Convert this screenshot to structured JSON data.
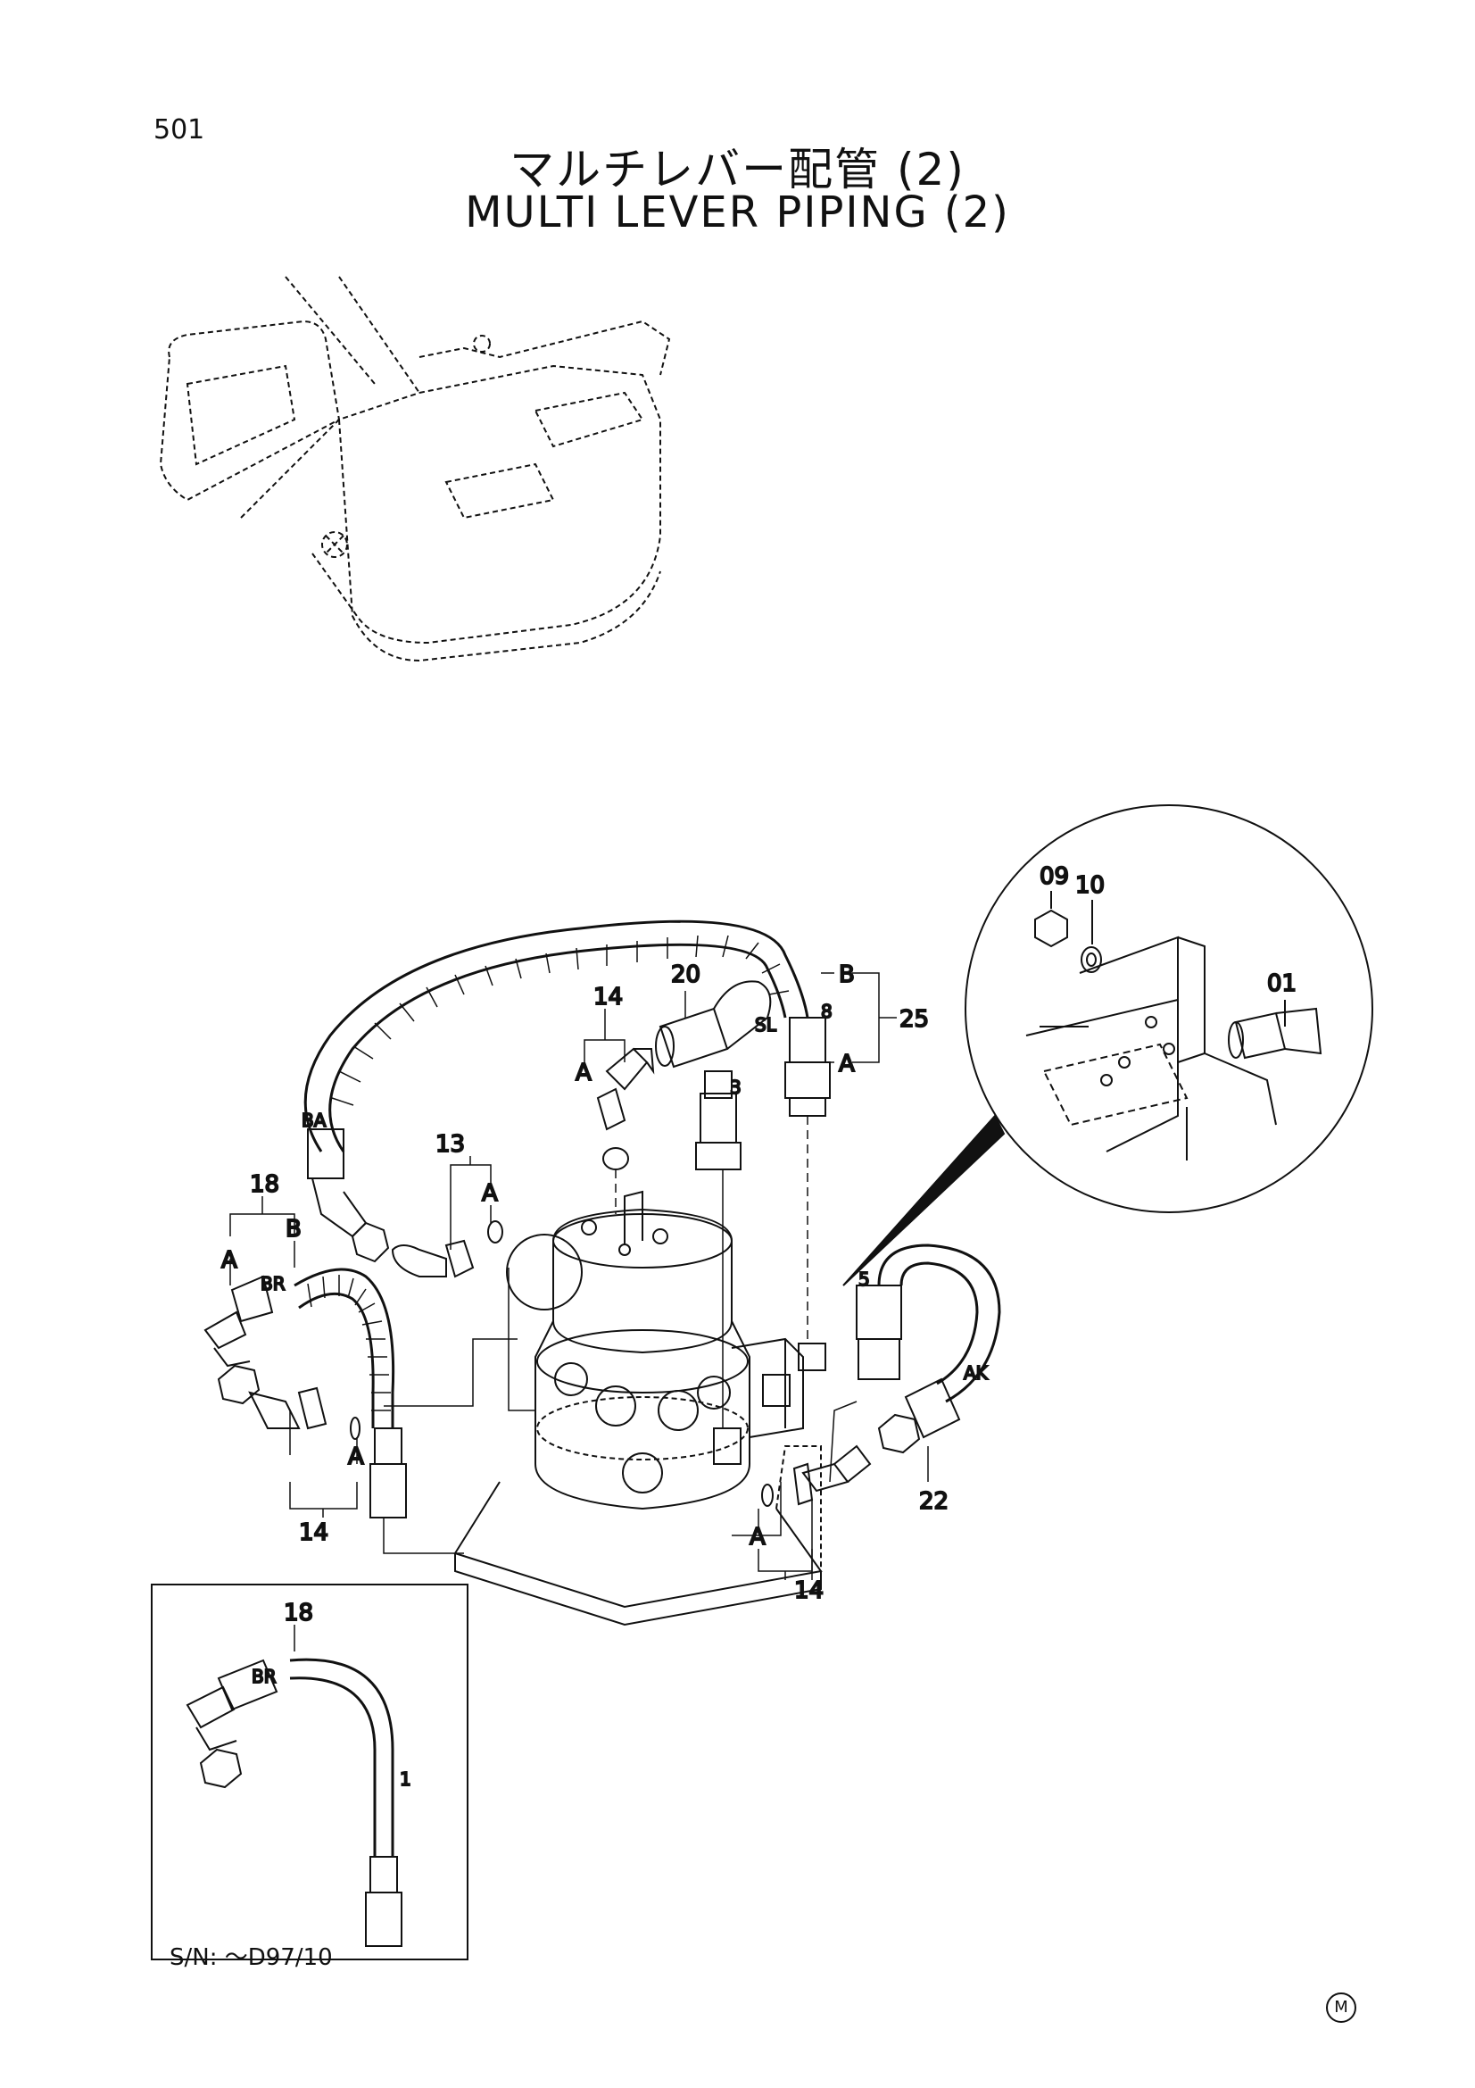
{
  "header": {
    "page_number": "501",
    "title_jp": "マルチレバー配管 (2)",
    "title_en": "MULTI LEVER PIPING (2)"
  },
  "callouts": {
    "p09": "09",
    "p10": "10",
    "p01": "01",
    "p20": "20",
    "p14_top": "14",
    "p25": "25",
    "p13": "13",
    "p18": "18",
    "p14_left": "14",
    "p14_right": "14",
    "p22": "22",
    "p18_inset": "18",
    "B_top": "B",
    "A_top": "A",
    "A_14": "A",
    "A_13": "A",
    "A_18": "A",
    "B_18": "B",
    "A_left": "A",
    "A_right": "A",
    "BA": "BA",
    "BR": "BR",
    "SL": "SL",
    "AK": "AK",
    "n8": "8",
    "n3": "3",
    "n5": "5",
    "n1": "1",
    "BR_inset": "BR"
  },
  "inset": {
    "serial": "S/N: ～D97/10"
  },
  "footer": {
    "mark": "M"
  }
}
